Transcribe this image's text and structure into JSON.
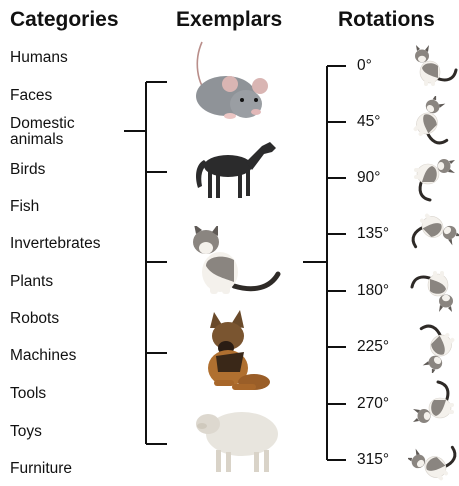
{
  "headers": {
    "categories": "Categories",
    "exemplars": "Exemplars",
    "rotations": "Rotations"
  },
  "categories": [
    "Humans",
    "Faces",
    "Domestic\nanimals",
    "Birds",
    "Fish",
    "Invertebrates",
    "Plants",
    "Robots",
    "Machines",
    "Tools",
    "Toys",
    "Furniture"
  ],
  "exemplars": [
    "mouse",
    "horse",
    "cat",
    "dog",
    "sheep"
  ],
  "rotations": [
    "0°",
    "45°",
    "90°",
    "135°",
    "180°",
    "225°",
    "270°",
    "315°"
  ],
  "colors": {
    "line": "#111111",
    "cat_white": "#f4f1ec",
    "cat_gray": "#8a8580",
    "cat_dark": "#2e2a27"
  }
}
